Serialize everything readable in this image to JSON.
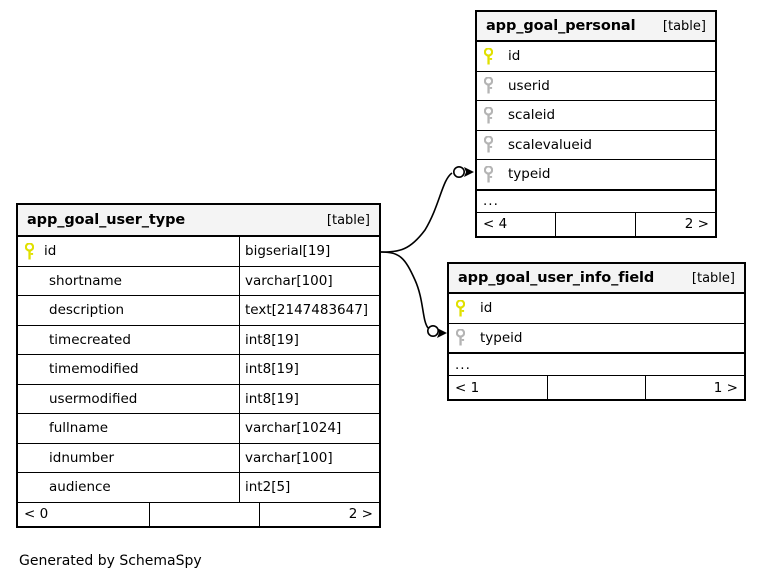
{
  "diagram": {
    "credit": "Generated by SchemaSpy",
    "kind_label": "[table]",
    "ellipsis": "...",
    "pk_icon": "primary-key-icon",
    "fk_icon": "foreign-key-icon",
    "pk_color": "#e8e800",
    "fk_color": "#b4b4b4",
    "header_bg": "#f4f4f4",
    "border_color": "#000000"
  },
  "tables": {
    "app_goal_user_type": {
      "name": "app_goal_user_type",
      "kind": "[table]",
      "columns": [
        {
          "key": "pk",
          "name": "id",
          "type": "bigserial[19]"
        },
        {
          "key": "",
          "name": "shortname",
          "type": "varchar[100]"
        },
        {
          "key": "",
          "name": "description",
          "type": "text[2147483647]"
        },
        {
          "key": "",
          "name": "timecreated",
          "type": "int8[19]"
        },
        {
          "key": "",
          "name": "timemodified",
          "type": "int8[19]"
        },
        {
          "key": "",
          "name": "usermodified",
          "type": "int8[19]"
        },
        {
          "key": "",
          "name": "fullname",
          "type": "varchar[1024]"
        },
        {
          "key": "",
          "name": "idnumber",
          "type": "varchar[100]"
        },
        {
          "key": "",
          "name": "audience",
          "type": "int2[5]"
        }
      ],
      "footer": {
        "left": "< 0",
        "mid": "",
        "right": "2 >"
      }
    },
    "app_goal_personal": {
      "name": "app_goal_personal",
      "kind": "[table]",
      "columns": [
        {
          "key": "pk",
          "name": "id"
        },
        {
          "key": "fk",
          "name": "userid"
        },
        {
          "key": "fk",
          "name": "scaleid"
        },
        {
          "key": "fk",
          "name": "scalevalueid"
        },
        {
          "key": "fk",
          "name": "typeid"
        }
      ],
      "ellipsis": "...",
      "footer": {
        "left": "< 4",
        "mid": "",
        "right": "2 >"
      }
    },
    "app_goal_user_info_field": {
      "name": "app_goal_user_info_field",
      "kind": "[table]",
      "columns": [
        {
          "key": "pk",
          "name": "id"
        },
        {
          "key": "fk",
          "name": "typeid"
        }
      ],
      "ellipsis": "...",
      "footer": {
        "left": "< 1",
        "mid": "",
        "right": "1 >"
      }
    }
  },
  "relationships": [
    {
      "name": "app_goal_user_type-id-to-app_goal_personal-typeid",
      "from_table": "app_goal_user_type",
      "from_column": "id",
      "to_table": "app_goal_personal",
      "to_column": "typeid"
    },
    {
      "name": "app_goal_user_type-id-to-app_goal_user_info_field-typeid",
      "from_table": "app_goal_user_type",
      "from_column": "id",
      "to_table": "app_goal_user_info_field",
      "to_column": "typeid"
    }
  ]
}
